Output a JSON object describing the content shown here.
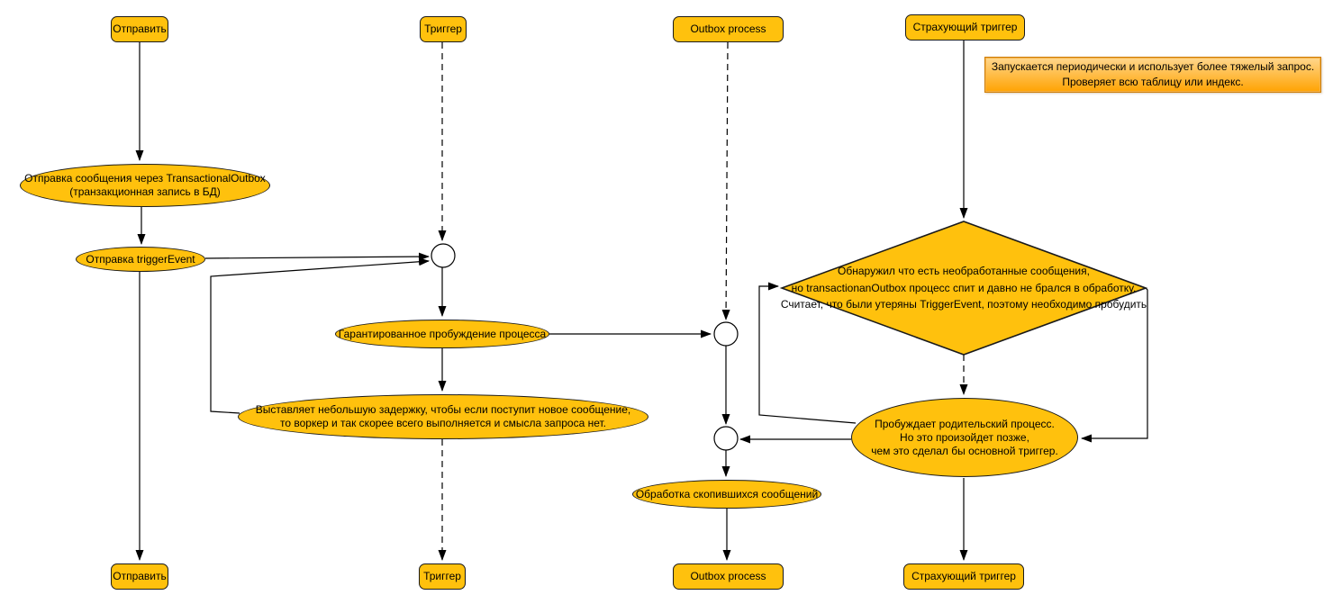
{
  "diagram": {
    "participants": {
      "send": "Отправить",
      "trigger": "Триггер",
      "outbox": "Outbox process",
      "backup_trigger": "Страхующий триггер"
    },
    "note": {
      "text": "Запускается периодически и использует более тяжелый запрос.\nПроверяет всю таблицу или индекс."
    },
    "activities": {
      "send_message": "Отправка сообщения через TransactionalOutbox\n(транзакционная запись в БД)",
      "send_trigger_event": "Отправка triggerEvent",
      "guaranteed_wakeup": "Гарантированное пробуждение процесса",
      "delay_note": "Выставляет небольшую задержку, чтобы если поступит новое сообщение,\nто воркер и так скорее всего выполняется и смысла запроса нет.",
      "process_accumulated": "Обработка скопившихся сообщений",
      "decision": "Обнаружил что есть необработанные сообщения,\nно transactionanOutbox процесс спит и давно не брался в обработку.\nСчитает, что были утеряны TriggerEvent, поэтому необходимо пробудить",
      "wake_parent": "Пробуждает родительский процесс.\nНо это произойдет позже,\nчем это сделал бы основной триггер."
    },
    "colors": {
      "node_fill": "#FFC10D",
      "node_border": "#1a1a1a",
      "note_fill_top": "#FFD78E",
      "note_fill_bottom": "#FFA302",
      "note_border": "#CE7E07",
      "edge": "#000000"
    }
  }
}
